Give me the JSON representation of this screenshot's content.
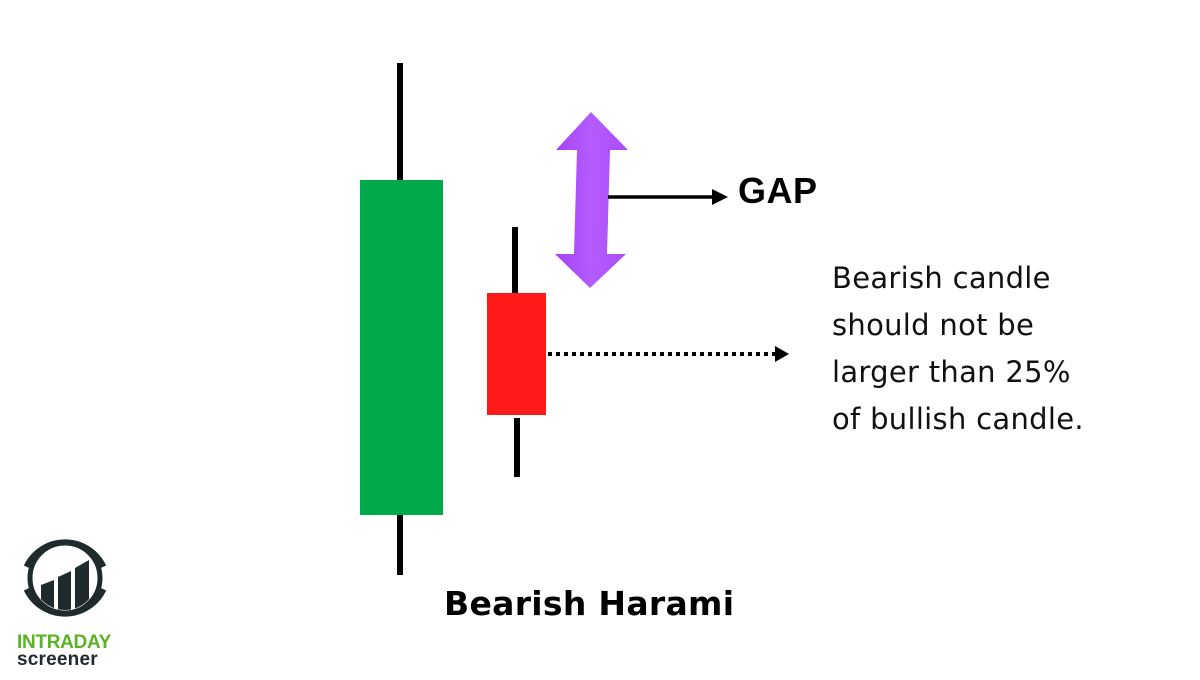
{
  "diagram": {
    "title": "Bearish Harami",
    "gap_label": "GAP",
    "note_lines": [
      "Bearish candle",
      "should not be",
      "larger than 25%",
      "of bullish candle."
    ],
    "colors": {
      "bullish_candle": "#00A94A",
      "bearish_candle": "#FF1A1A",
      "gap_arrow": "#B452FF",
      "wick": "#000000",
      "text": "#000000"
    },
    "candles": [
      {
        "type": "bullish",
        "color": "green",
        "position": "first"
      },
      {
        "type": "bearish",
        "color": "red",
        "position": "second",
        "note": "body inside previous candle body"
      }
    ],
    "arrows": [
      {
        "name": "gap-double-arrow",
        "color": "purple",
        "direction": "vertical-both"
      },
      {
        "name": "gap-pointer-arrow",
        "style": "solid",
        "points_to": "GAP"
      },
      {
        "name": "note-pointer-arrow",
        "style": "dotted",
        "points_to": "note"
      }
    ]
  },
  "logo": {
    "line1": "INTRADAY",
    "line2": "screener",
    "color_line1": "#5BB224",
    "color_line2": "#1F2A2C",
    "icon": "bar-chart-circle-icon"
  }
}
